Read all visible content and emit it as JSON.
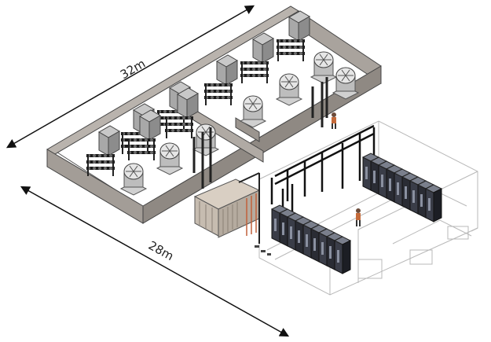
{
  "dimensions": {
    "top": "32m",
    "bottom": "28m"
  },
  "left_hall": {
    "transformer_units": 8,
    "reactor_units": 7
  },
  "right_hall": {
    "cabinet_groups": 2,
    "pillars": 8
  }
}
